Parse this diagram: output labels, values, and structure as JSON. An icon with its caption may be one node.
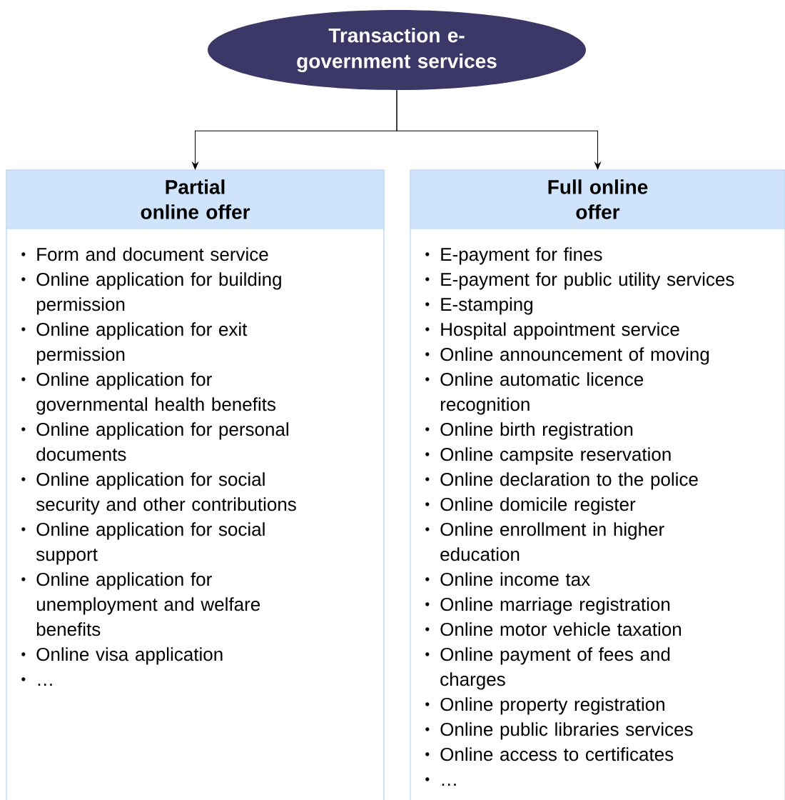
{
  "diagram": {
    "nodes": [
      {
        "text": [
          "Transaction e-government services"
        ]
      },
      {
        "text": [
          "Partial online offer",
          "Form and document service",
          "Online application for building permission",
          "Online application for exit permission",
          "Online application for governmental health benefits",
          "Online application for personal documents",
          "Online application for social security and other contributions",
          "Online application for social support",
          "Online application for unemployment and welfare benefits",
          "Online visa application",
          "…"
        ]
      },
      {
        "text": [
          "Full online offer",
          "E-payment for fines",
          "E-payment for public utility services",
          "E-stamping",
          "Hospital appointment service",
          "Online announcement of moving",
          "Online automatic licence recognition",
          "Online birth registration",
          "Online campsite reservation",
          "Online declaration to the police",
          "Online domicile register",
          "Online enrollment in higher education",
          "Online income tax",
          "Online marriage registration",
          "Online motor vehicle taxation",
          "Online payment of fees and charges",
          "Online property registration",
          "Online public libraries services",
          "Online access to certificates",
          "…"
        ]
      }
    ],
    "edges": [
      {
        "from": 0,
        "to": 1,
        "arrow": "to"
      },
      {
        "from": 0,
        "to": 2,
        "arrow": "to"
      }
    ]
  }
}
